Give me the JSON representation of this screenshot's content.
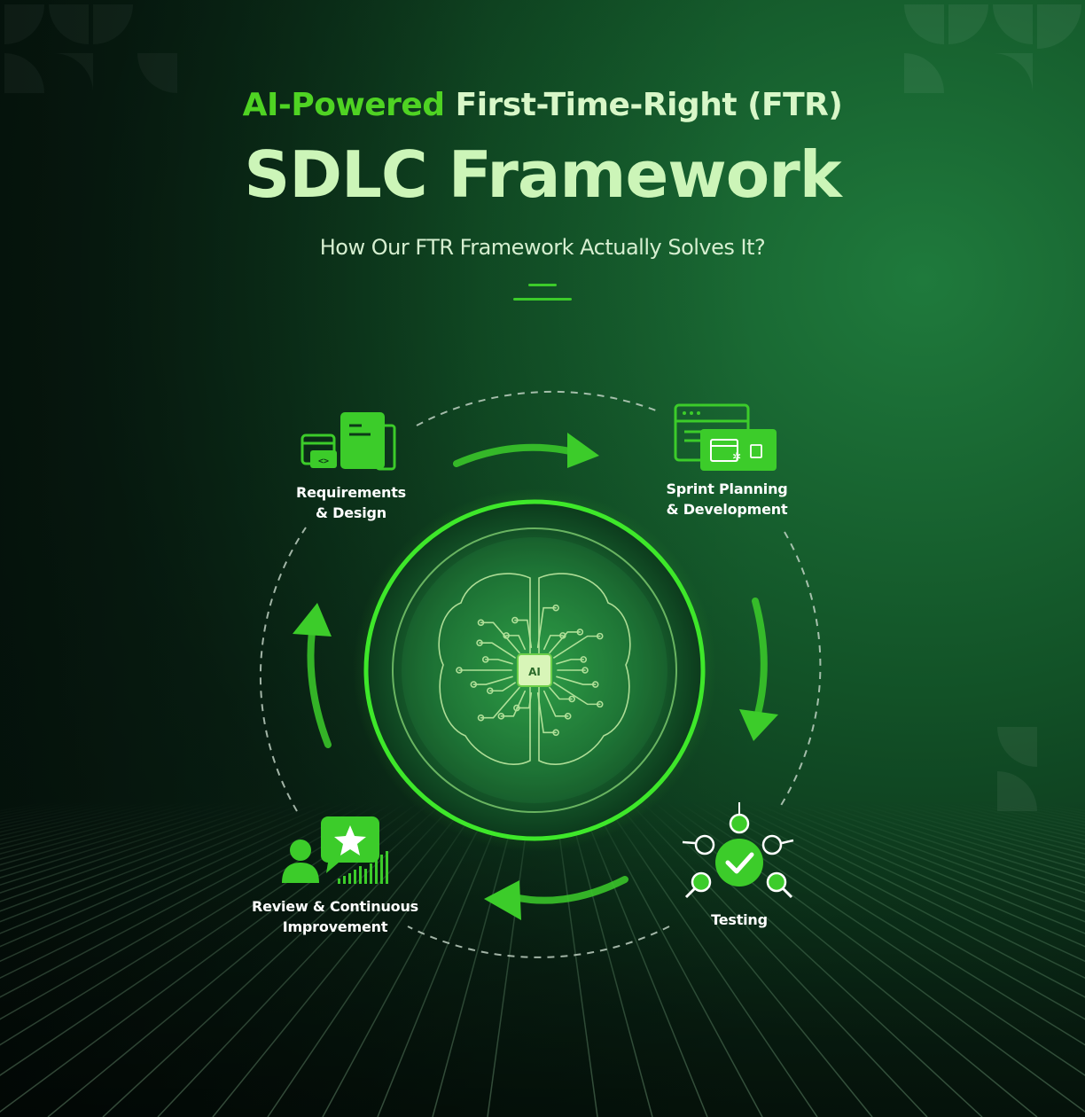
{
  "header": {
    "title_highlight": "AI-Powered",
    "title_rest": "First-Time-Right (FTR)",
    "title_main": "SDLC Framework",
    "subtitle": "How Our FTR Framework Actually Solves It?"
  },
  "hub": {
    "chip_label": "AI"
  },
  "stages": [
    {
      "line1": "Requirements",
      "line2": "& Design"
    },
    {
      "line1": "Sprint Planning",
      "line2": "& Development"
    },
    {
      "line1": "Testing",
      "line2": ""
    },
    {
      "line1": "Review & Continuous",
      "line2": "Improvement"
    }
  ],
  "colors": {
    "accent": "#3ccc2a",
    "highlight": "#4fd323",
    "title": "#ccf5b8",
    "background": "#0b2a18"
  }
}
